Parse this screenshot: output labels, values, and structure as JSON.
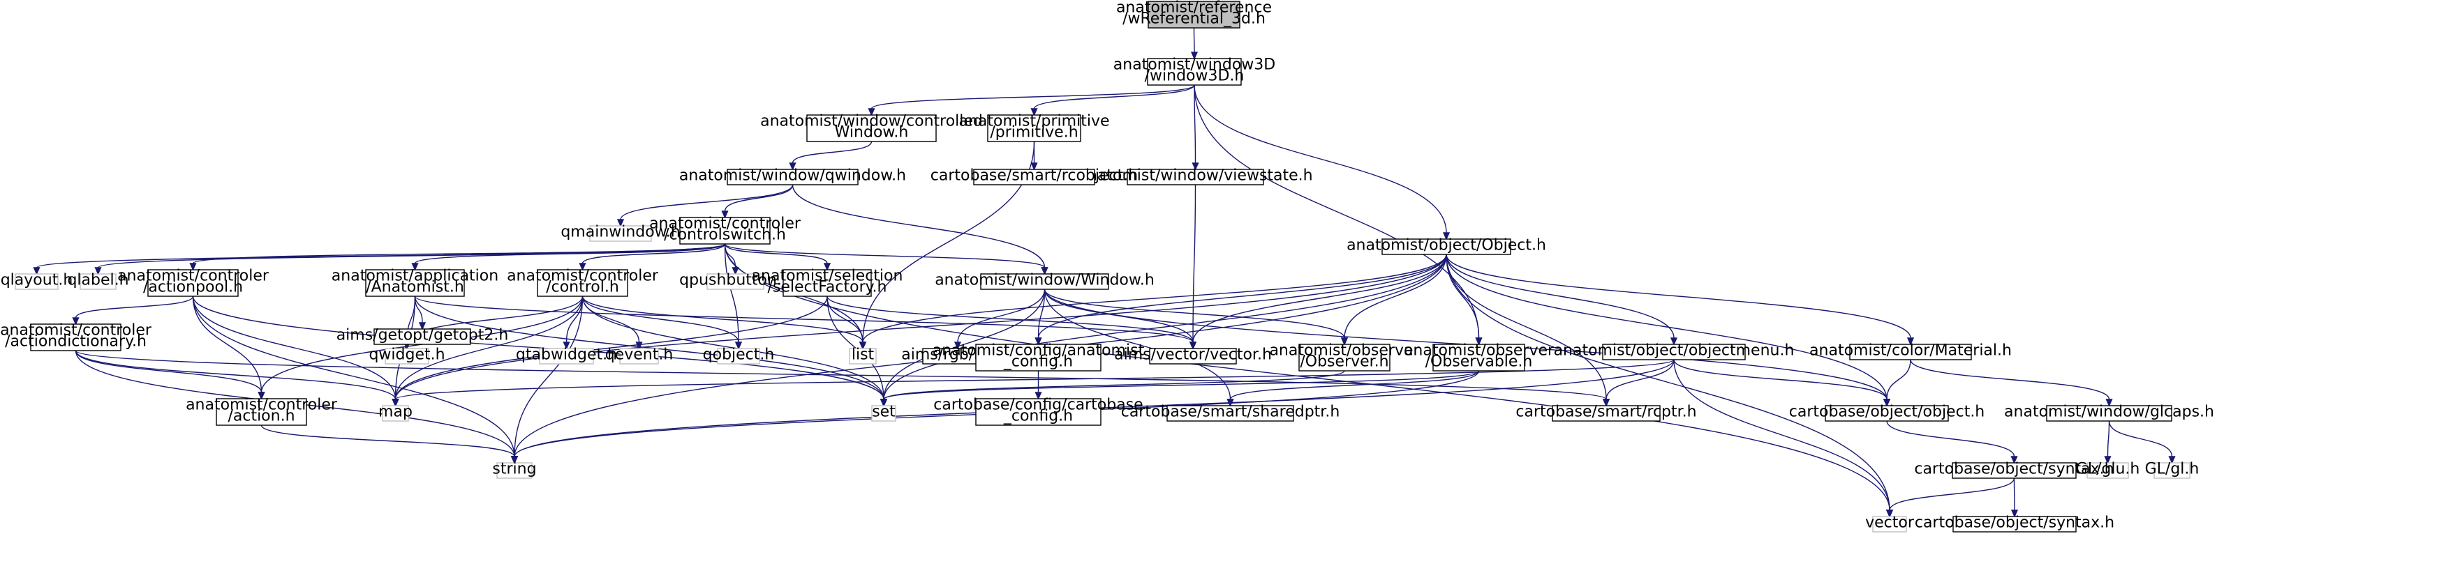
{
  "colors": {
    "edge": "#191970",
    "node_border": "#000000",
    "node_fill": "#ffffff",
    "external_border": "#bfbfbf",
    "root_fill": "#bfbfbf",
    "text": "#000000"
  },
  "nodes": {
    "root": {
      "lines": [
        "anatomist/reference",
        "/wReferential_3d.h"
      ]
    },
    "window3d": {
      "lines": [
        "anatomist/window3D",
        "/window3D.h"
      ]
    },
    "controlledwindow": {
      "lines": [
        "anatomist/window/controlled",
        "Window.h"
      ]
    },
    "primitive": {
      "lines": [
        "anatomist/primitive",
        "/primitive.h"
      ]
    },
    "viewstate": {
      "lines": [
        "anatomist/window/viewstate.h"
      ]
    },
    "objecth": {
      "lines": [
        "anatomist/object/Object.h"
      ]
    },
    "qwindow": {
      "lines": [
        "anatomist/window/qwindow.h"
      ]
    },
    "rcobject": {
      "lines": [
        "cartobase/smart/rcobject.h"
      ]
    },
    "qmainwindow": {
      "lines": [
        "qmainwindow.h"
      ]
    },
    "controlswitch": {
      "lines": [
        "anatomist/controler",
        "/controlswitch.h"
      ]
    },
    "qlayout": {
      "lines": [
        "qlayout.h"
      ]
    },
    "qlabel": {
      "lines": [
        "qlabel.h"
      ]
    },
    "actionpool": {
      "lines": [
        "anatomist/controler",
        "/actionpool.h"
      ]
    },
    "anatomisth": {
      "lines": [
        "anatomist/application",
        "/Anatomist.h"
      ]
    },
    "controlh": {
      "lines": [
        "anatomist/controler",
        "/control.h"
      ]
    },
    "qpushbutton": {
      "lines": [
        "qpushbutton.h"
      ]
    },
    "selectfactory": {
      "lines": [
        "anatomist/selection",
        "/selectFactory.h"
      ]
    },
    "windowh": {
      "lines": [
        "anatomist/window/Window.h"
      ]
    },
    "actiondictionary": {
      "lines": [
        "anatomist/controler",
        "/actiondictionary.h"
      ]
    },
    "getopt2": {
      "lines": [
        "aims/getopt/getopt2.h"
      ]
    },
    "qwidget": {
      "lines": [
        "qwidget.h"
      ]
    },
    "qtabwidget": {
      "lines": [
        "qtabwidget.h"
      ]
    },
    "qevent": {
      "lines": [
        "qevent.h"
      ]
    },
    "qobject": {
      "lines": [
        "qobject.h"
      ]
    },
    "list": {
      "lines": [
        "list"
      ]
    },
    "rgb": {
      "lines": [
        "aims/rgb/rgb.h"
      ]
    },
    "anaconfig": {
      "lines": [
        "anatomist/config/anatomist",
        "_config.h"
      ]
    },
    "vectorh": {
      "lines": [
        "aims/vector/vector.h"
      ]
    },
    "observerh": {
      "lines": [
        "anatomist/observer",
        "/Observer.h"
      ]
    },
    "observableh": {
      "lines": [
        "anatomist/observer",
        "/Observable.h"
      ]
    },
    "objectmenu": {
      "lines": [
        "anatomist/object/objectmenu.h"
      ]
    },
    "material": {
      "lines": [
        "anatomist/color/Material.h"
      ]
    },
    "actionh": {
      "lines": [
        "anatomist/controler",
        "/action.h"
      ]
    },
    "map": {
      "lines": [
        "map"
      ]
    },
    "set": {
      "lines": [
        "set"
      ]
    },
    "cartoconfig": {
      "lines": [
        "cartobase/config/cartobase",
        "_config.h"
      ]
    },
    "sharedptr": {
      "lines": [
        "cartobase/smart/sharedptr.h"
      ]
    },
    "rcptr": {
      "lines": [
        "cartobase/smart/rcptr.h"
      ]
    },
    "objectobject": {
      "lines": [
        "cartobase/object/object.h"
      ]
    },
    "glcaps": {
      "lines": [
        "anatomist/window/glcaps.h"
      ]
    },
    "string": {
      "lines": [
        "string"
      ]
    },
    "glu": {
      "lines": [
        "GL/glu.h"
      ]
    },
    "gl": {
      "lines": [
        "GL/gl.h"
      ]
    },
    "syntax1": {
      "lines": [
        "cartobase/object/syntax.h"
      ]
    },
    "vector": {
      "lines": [
        "vector"
      ]
    },
    "syntax2": {
      "lines": [
        "cartobase/object/syntax.h"
      ]
    }
  },
  "edges": [
    [
      "root",
      "window3d"
    ],
    [
      "window3d",
      "controlledwindow"
    ],
    [
      "window3d",
      "primitive"
    ],
    [
      "window3d",
      "viewstate"
    ],
    [
      "window3d",
      "objecth"
    ],
    [
      "window3d",
      "observableh"
    ],
    [
      "controlledwindow",
      "qwindow"
    ],
    [
      "primitive",
      "rcobject"
    ],
    [
      "primitive",
      "list"
    ],
    [
      "viewstate",
      "vectorh"
    ],
    [
      "qwindow",
      "qmainwindow"
    ],
    [
      "qwindow",
      "controlswitch"
    ],
    [
      "qwindow",
      "windowh"
    ],
    [
      "controlswitch",
      "qlayout"
    ],
    [
      "controlswitch",
      "qlabel"
    ],
    [
      "controlswitch",
      "actionpool"
    ],
    [
      "controlswitch",
      "anatomisth"
    ],
    [
      "controlswitch",
      "controlh"
    ],
    [
      "controlswitch",
      "qpushbutton"
    ],
    [
      "controlswitch",
      "selectfactory"
    ],
    [
      "controlswitch",
      "windowh"
    ],
    [
      "controlswitch",
      "qobject"
    ],
    [
      "controlswitch",
      "list"
    ],
    [
      "controlswitch",
      "vector"
    ],
    [
      "actionpool",
      "actiondictionary"
    ],
    [
      "actionpool",
      "actionh"
    ],
    [
      "actionpool",
      "map"
    ],
    [
      "actionpool",
      "string"
    ],
    [
      "actionpool",
      "set"
    ],
    [
      "actiondictionary",
      "actionh"
    ],
    [
      "actiondictionary",
      "map"
    ],
    [
      "actiondictionary",
      "string"
    ],
    [
      "actiondictionary",
      "rcptr"
    ],
    [
      "anatomisth",
      "getopt2"
    ],
    [
      "anatomisth",
      "qwidget"
    ],
    [
      "anatomisth",
      "map"
    ],
    [
      "anatomisth",
      "set"
    ],
    [
      "anatomisth",
      "vectorh"
    ],
    [
      "controlh",
      "qwidget"
    ],
    [
      "controlh",
      "qtabwidget"
    ],
    [
      "controlh",
      "qevent"
    ],
    [
      "controlh",
      "qobject"
    ],
    [
      "controlh",
      "list"
    ],
    [
      "controlh",
      "map"
    ],
    [
      "controlh",
      "set"
    ],
    [
      "controlh",
      "string"
    ],
    [
      "controlh",
      "actionh"
    ],
    [
      "selectfactory",
      "list"
    ],
    [
      "selectfactory",
      "set"
    ],
    [
      "selectfactory",
      "map"
    ],
    [
      "selectfactory",
      "vectorh"
    ],
    [
      "windowh",
      "rgb"
    ],
    [
      "windowh",
      "anaconfig"
    ],
    [
      "windowh",
      "vectorh"
    ],
    [
      "windowh",
      "observerh"
    ],
    [
      "windowh",
      "sharedptr"
    ],
    [
      "windowh",
      "objectobject"
    ],
    [
      "windowh",
      "set"
    ],
    [
      "objecth",
      "list"
    ],
    [
      "objecth",
      "anaconfig"
    ],
    [
      "objecth",
      "vectorh"
    ],
    [
      "objecth",
      "observerh"
    ],
    [
      "objecth",
      "observableh"
    ],
    [
      "objecth",
      "objectmenu"
    ],
    [
      "objecth",
      "material"
    ],
    [
      "objecth",
      "map"
    ],
    [
      "objecth",
      "set"
    ],
    [
      "objecth",
      "string"
    ],
    [
      "objecth",
      "rcptr"
    ],
    [
      "objecth",
      "objectobject"
    ],
    [
      "objecth",
      "vector"
    ],
    [
      "anaconfig",
      "cartoconfig"
    ],
    [
      "observerh",
      "set"
    ],
    [
      "observableh",
      "set"
    ],
    [
      "observableh",
      "sharedptr"
    ],
    [
      "observableh",
      "string"
    ],
    [
      "objectmenu",
      "map"
    ],
    [
      "objectmenu",
      "rcptr"
    ],
    [
      "objectmenu",
      "objectobject"
    ],
    [
      "objectmenu",
      "string"
    ],
    [
      "objectmenu",
      "vector"
    ],
    [
      "material",
      "objectobject"
    ],
    [
      "material",
      "glcaps"
    ],
    [
      "actionh",
      "string"
    ],
    [
      "objectobject",
      "syntax1"
    ],
    [
      "syntax1",
      "syntax2"
    ],
    [
      "syntax1",
      "vector"
    ],
    [
      "glcaps",
      "glu"
    ],
    [
      "glcaps",
      "gl"
    ]
  ]
}
